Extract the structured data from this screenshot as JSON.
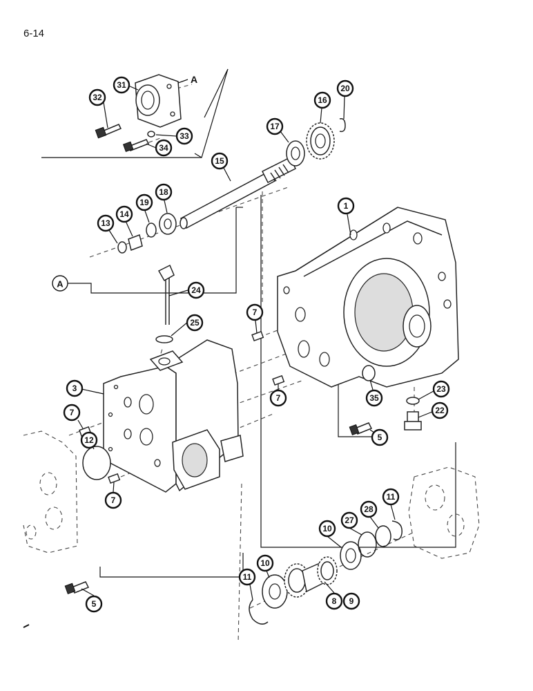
{
  "page": {
    "number": "6-14"
  },
  "section_markers": [
    "A",
    "A"
  ],
  "callouts": [
    "31",
    "32",
    "33",
    "34",
    "15",
    "16",
    "17",
    "20",
    "13",
    "14",
    "19",
    "18",
    "1",
    "24",
    "7",
    "25",
    "3",
    "7",
    "12",
    "7",
    "7",
    "35",
    "23",
    "22",
    "5",
    "11",
    "28",
    "27",
    "10",
    "11",
    "10",
    "8",
    "9",
    "5"
  ]
}
